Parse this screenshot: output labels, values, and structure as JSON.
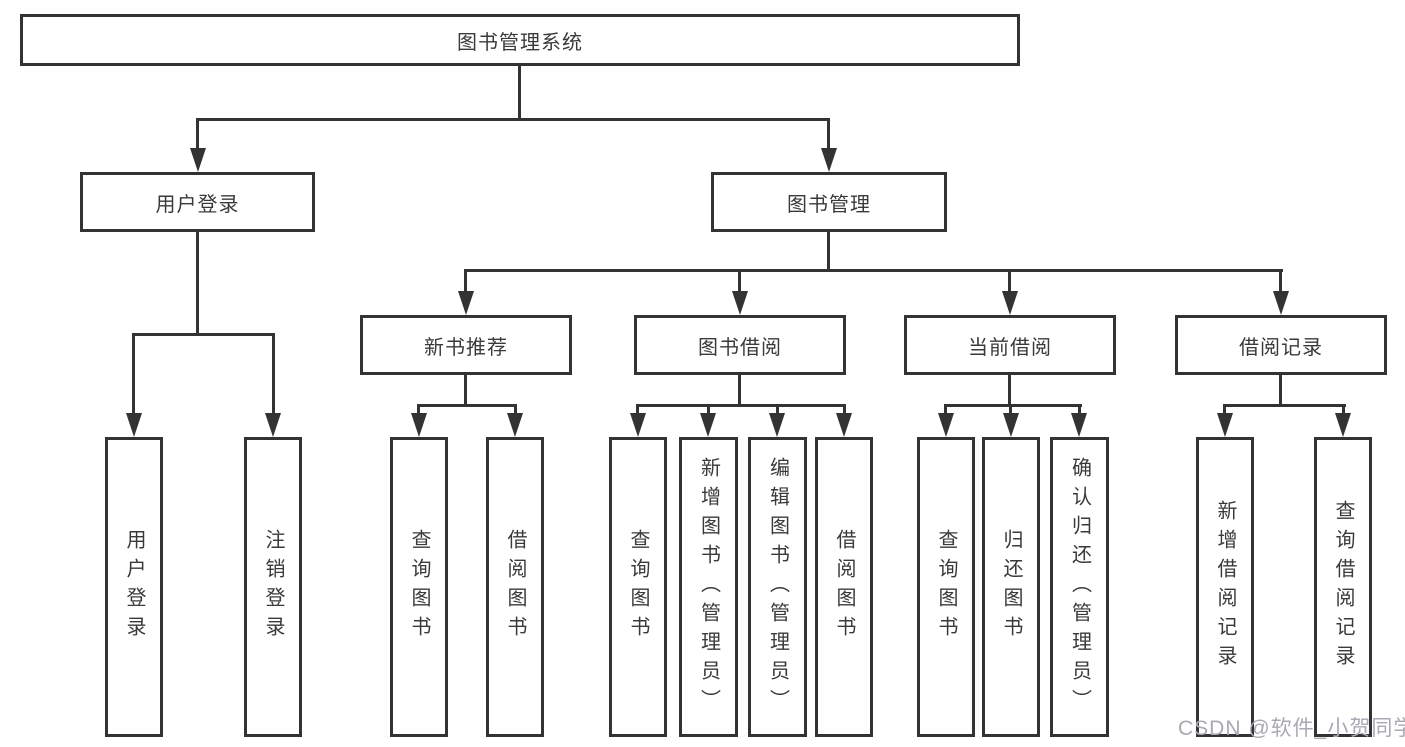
{
  "diagram": {
    "title": "图书管理系统",
    "root": {
      "label": "图书管理系统"
    },
    "level2": [
      {
        "id": "user-login",
        "label": "用户登录"
      },
      {
        "id": "book-management",
        "label": "图书管理"
      }
    ],
    "level3": [
      {
        "id": "new-book-recommend",
        "label": "新书推荐"
      },
      {
        "id": "book-borrow",
        "label": "图书借阅"
      },
      {
        "id": "current-borrow",
        "label": "当前借阅"
      },
      {
        "id": "borrow-records",
        "label": "借阅记录"
      }
    ],
    "leaves": {
      "user_login": [
        "用户登录",
        "注销登录"
      ],
      "new_book_recommend": [
        "查询图书",
        "借阅图书"
      ],
      "book_borrow": [
        "查询图书",
        "新增图书（管理员）",
        "编辑图书（管理员）",
        "借阅图书"
      ],
      "current_borrow": [
        "查询图书",
        "归还图书",
        "确认归还（管理员）"
      ],
      "borrow_records": [
        "新增借阅记录",
        "查询借阅记录"
      ]
    },
    "colors": {
      "line": "#333333",
      "text": "#3a3a3a",
      "background": "#ffffff",
      "watermark": "#a9a9b4"
    },
    "watermark": "CSDN @软件_小贺同学"
  }
}
